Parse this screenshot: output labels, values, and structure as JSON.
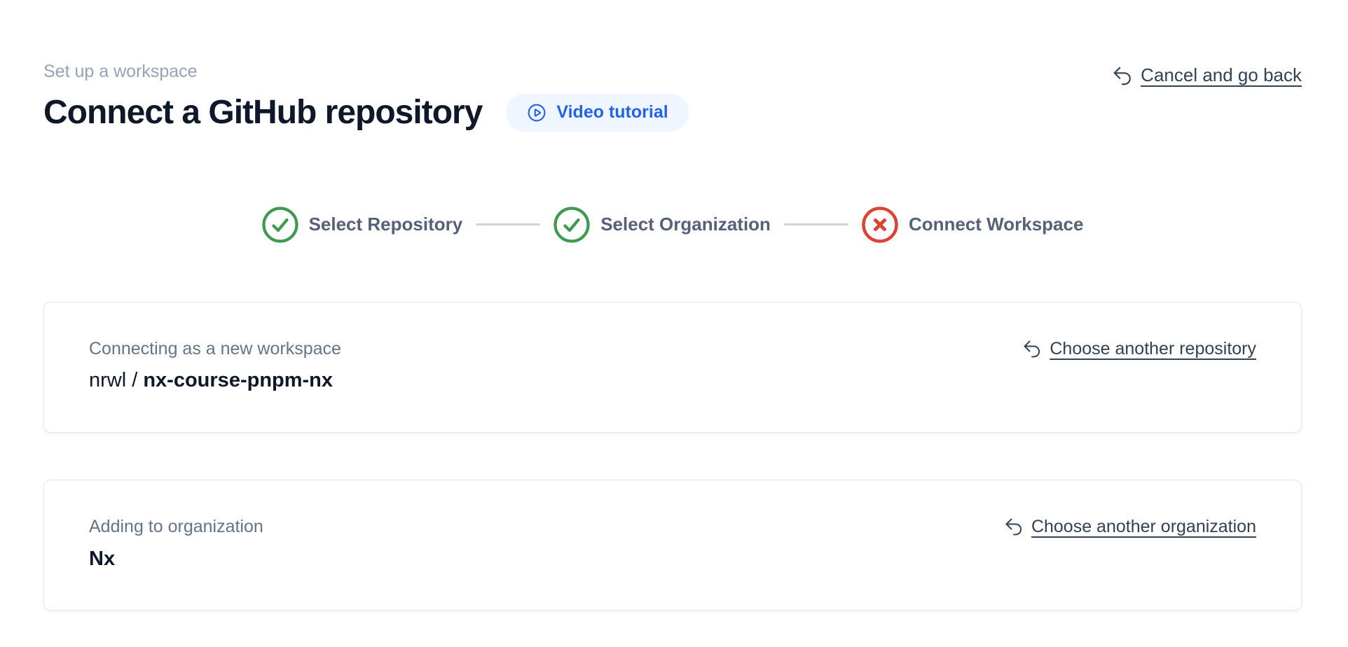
{
  "header": {
    "eyebrow": "Set up a workspace",
    "title": "Connect a GitHub repository",
    "video_tutorial": {
      "label": "Video tutorial",
      "icon": "play-circle-icon"
    },
    "cancel": {
      "label": "Cancel and go back",
      "icon": "undo-arrow-icon"
    }
  },
  "stepper": {
    "steps": [
      {
        "label": "Select Repository",
        "status": "complete",
        "icon": "check-circle-icon"
      },
      {
        "label": "Select Organization",
        "status": "complete",
        "icon": "check-circle-icon"
      },
      {
        "label": "Connect Workspace",
        "status": "error",
        "icon": "x-circle-icon"
      }
    ]
  },
  "repository_card": {
    "label": "Connecting as a new workspace",
    "owner": "nrwl",
    "separator": " / ",
    "name": "nx-course-pnpm-nx",
    "action": {
      "label": "Choose another repository",
      "icon": "undo-arrow-icon"
    }
  },
  "organization_card": {
    "label": "Adding to organization",
    "name": "Nx",
    "action": {
      "label": "Choose another organization",
      "icon": "undo-arrow-icon"
    }
  },
  "colors": {
    "success_green": "#3d9a4f",
    "error_red": "#db4433",
    "accent_blue": "#2563eb",
    "badge_background": "#eff6ff",
    "muted_text": "#94a3b8",
    "label_text": "#64748b",
    "link_text": "#334155",
    "step_label_text": "#566179",
    "card_border": "#e2e8f0",
    "connector": "#cbd5e1"
  }
}
